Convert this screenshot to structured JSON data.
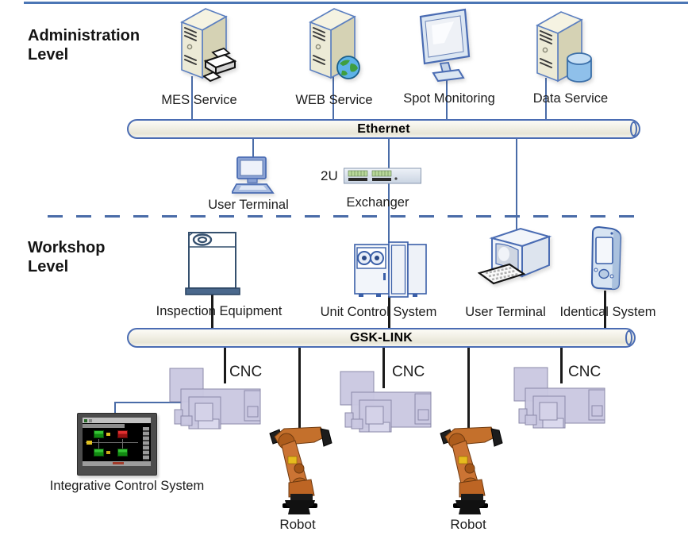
{
  "levels": {
    "admin_line1": "Administration",
    "admin_line2": "Level",
    "workshop_line1": "Workshop",
    "workshop_line2": "Level"
  },
  "buses": {
    "ethernet": "Ethernet",
    "gsk_link": "GSK-LINK"
  },
  "admin_devices": {
    "mes": "MES Service",
    "web": "WEB Service",
    "spot": "Spot Monitoring",
    "data": "Data Service"
  },
  "mid": {
    "user_terminal": "User Terminal",
    "exchanger_size": "2U",
    "exchanger": "Exchanger"
  },
  "workshop_devices": {
    "inspection": "Inspection Equipment",
    "unit_control": "Unit Control System",
    "user_terminal": "User Terminal",
    "identical": "Identical System"
  },
  "floor": {
    "cnc1": "CNC",
    "cnc2": "CNC",
    "cnc3": "CNC",
    "robot1": "Robot",
    "robot2": "Robot",
    "integrative": "Integrative Control System"
  },
  "colors": {
    "line_blue": "#4a6ca8",
    "outline_blue": "#4a6cb3",
    "line_black": "#1a1a1a",
    "server_beige": "#ecead6",
    "bus_fill": "#f1efe4",
    "cnc_lavender": "#c9c7e0",
    "robot_orange": "#c4702c",
    "port_green": "#b8d89a",
    "status_green": "#18a818",
    "status_red": "#c81818"
  }
}
